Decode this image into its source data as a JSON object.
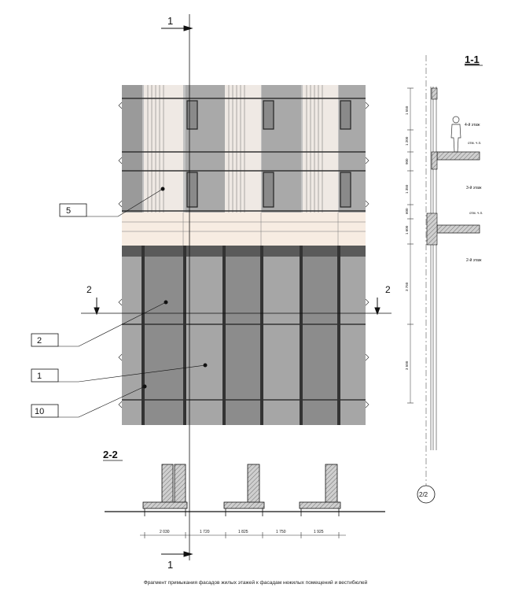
{
  "section_marks": {
    "s1_top": "1",
    "s1_bottom": "1",
    "s2_left": "2",
    "s2_right": "2"
  },
  "callouts": [
    "5",
    "2",
    "1",
    "10"
  ],
  "section_titles": {
    "elevation_section": "1-1",
    "plan_section": "2-2"
  },
  "section_1_1": {
    "dimensions": [
      "1 550",
      "1 200",
      "900",
      "1 350",
      "600",
      "1 600",
      "3 750",
      "3 500"
    ],
    "floor_labels": [
      "4-й этаж",
      "3-й этаж",
      "2-й этаж"
    ],
    "level_marks": [
      "отм. ч.п.",
      "отм. ч.п."
    ],
    "axis_label": "2/2"
  },
  "section_2_2": {
    "dimensions": [
      "2 030",
      "1 720",
      "1 825",
      "1 750",
      "1 925"
    ]
  },
  "caption": "Фрагмент примыкания фасадов жилых этажей к фасадам нежилых помещений и вестибюлей",
  "colors": {
    "cladding_light": "#b4b4b4",
    "cladding_mid": "#a6a6a6",
    "cladding_dark": "#8c8c8c",
    "band_dark": "#5a5a5a",
    "cream_panel": "#f7ece2",
    "line": "#111111"
  }
}
